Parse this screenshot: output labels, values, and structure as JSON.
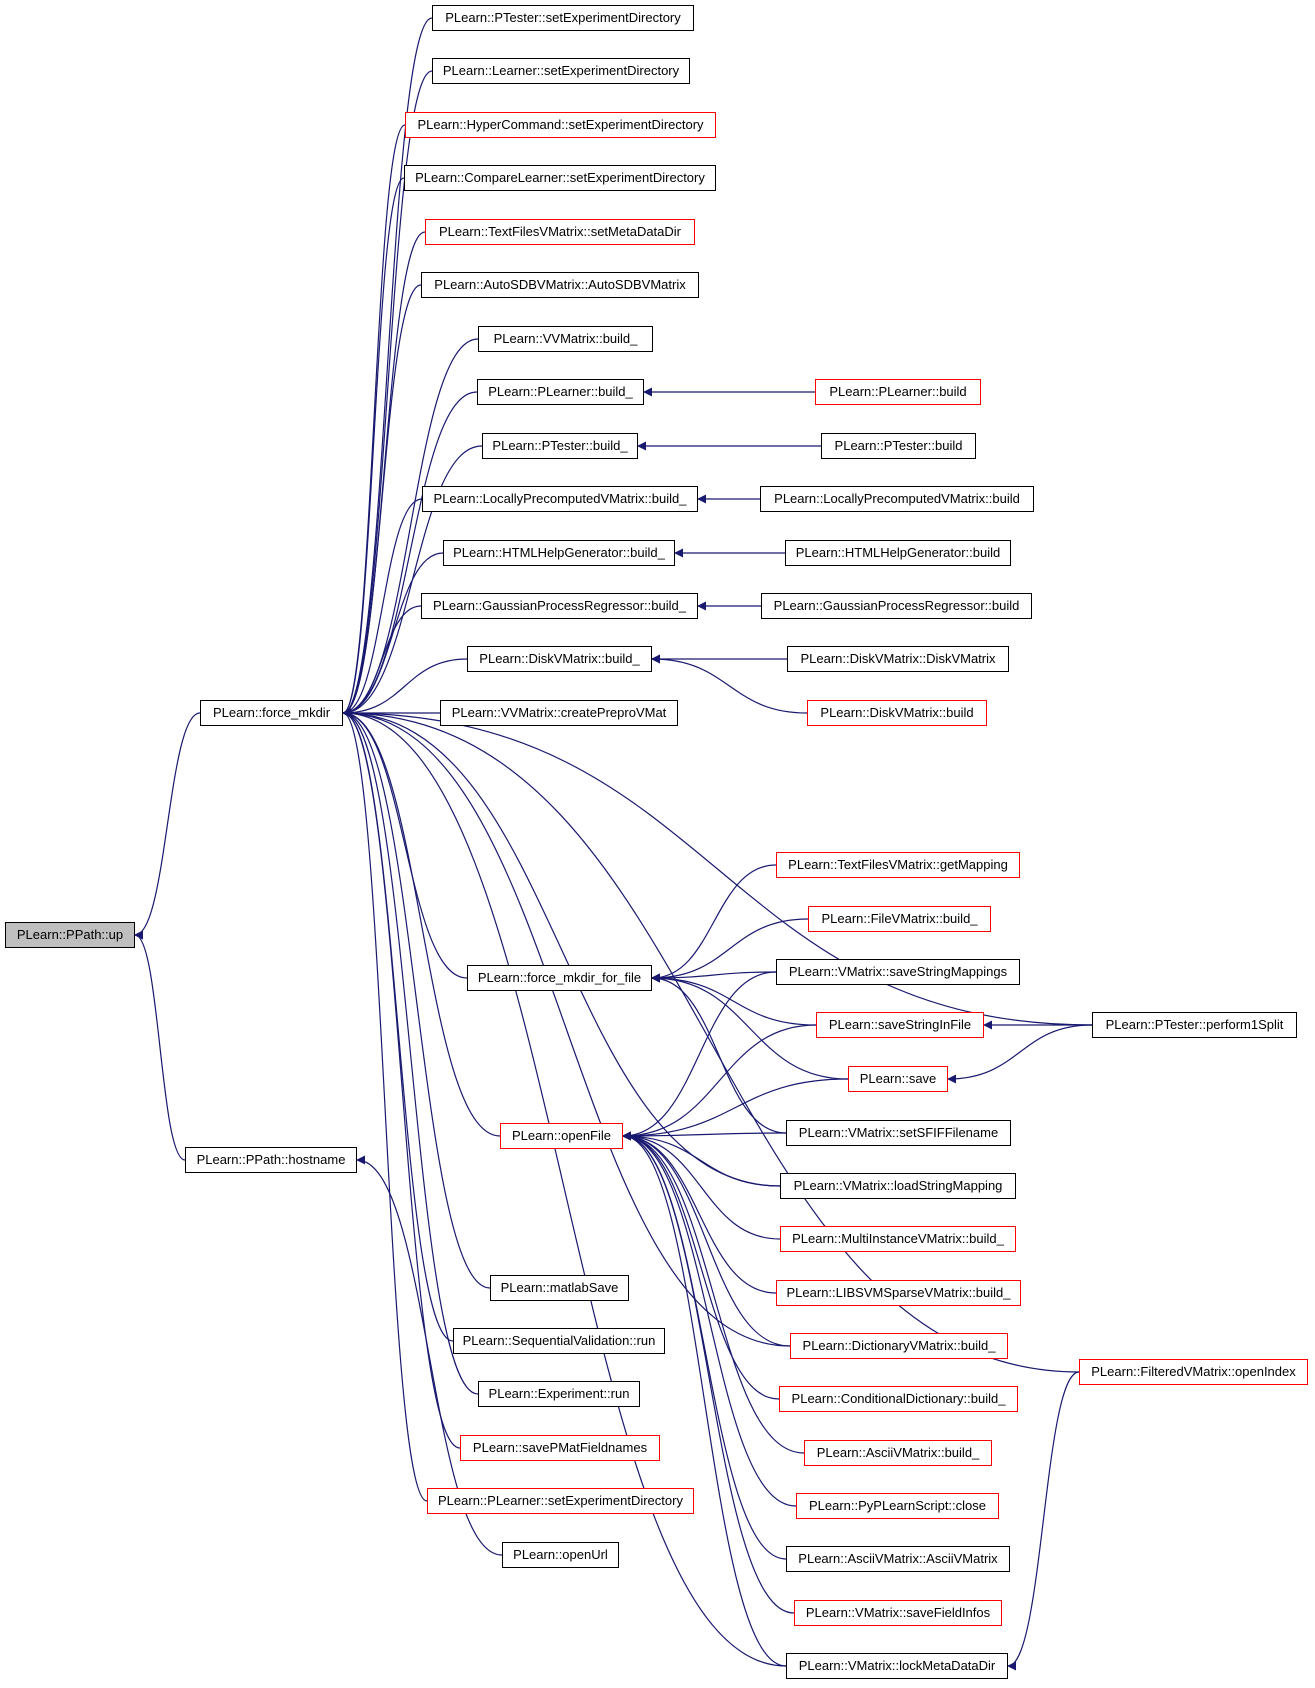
{
  "colors": {
    "edge": "#191970",
    "plain_border": "#000000",
    "link_border": "#ff0000",
    "root_fill": "#bfbfbf",
    "background": "#ffffff"
  },
  "nodes": {
    "up": {
      "label": "PLearn::PPath::up",
      "style": "root"
    },
    "force_mkdir": {
      "label": "PLearn::force_mkdir",
      "style": "plain"
    },
    "hostname": {
      "label": "PLearn::PPath::hostname",
      "style": "plain"
    },
    "ptester_setexpdir": {
      "label": "PLearn::PTester::setExperimentDirectory",
      "style": "plain"
    },
    "learner_setexpdir": {
      "label": "PLearn::Learner::setExperimentDirectory",
      "style": "plain"
    },
    "hypercommand_setexpdir": {
      "label": "PLearn::HyperCommand::setExperimentDirectory",
      "style": "red"
    },
    "comparelearner_setexpdir": {
      "label": "PLearn::CompareLearner::setExperimentDirectory",
      "style": "plain"
    },
    "textfiles_setmetadatadir": {
      "label": "PLearn::TextFilesVMatrix::setMetaDataDir",
      "style": "red"
    },
    "autosdbv": {
      "label": "PLearn::AutoSDBVMatrix::AutoSDBVMatrix",
      "style": "plain"
    },
    "vvmatrix_build_": {
      "label": "PLearn::VVMatrix::build_",
      "style": "plain"
    },
    "plearner_build_": {
      "label": "PLearn::PLearner::build_",
      "style": "plain"
    },
    "ptester_build_": {
      "label": "PLearn::PTester::build_",
      "style": "plain"
    },
    "locally_build_": {
      "label": "PLearn::LocallyPrecomputedVMatrix::build_",
      "style": "plain"
    },
    "htmlhelp_build_": {
      "label": "PLearn::HTMLHelpGenerator::build_",
      "style": "plain"
    },
    "gaussian_build_": {
      "label": "PLearn::GaussianProcessRegressor::build_",
      "style": "plain"
    },
    "diskv_build_": {
      "label": "PLearn::DiskVMatrix::build_",
      "style": "plain"
    },
    "vvmatrix_createprepro": {
      "label": "PLearn::VVMatrix::createPreproVMat",
      "style": "plain"
    },
    "plearner_build": {
      "label": "PLearn::PLearner::build",
      "style": "red"
    },
    "ptester_build": {
      "label": "PLearn::PTester::build",
      "style": "plain"
    },
    "locally_build": {
      "label": "PLearn::LocallyPrecomputedVMatrix::build",
      "style": "plain"
    },
    "htmlhelp_build": {
      "label": "PLearn::HTMLHelpGenerator::build",
      "style": "plain"
    },
    "gaussian_build": {
      "label": "PLearn::GaussianProcessRegressor::build",
      "style": "plain"
    },
    "diskv_ctor": {
      "label": "PLearn::DiskVMatrix::DiskVMatrix",
      "style": "plain"
    },
    "diskv_build": {
      "label": "PLearn::DiskVMatrix::build",
      "style": "red"
    },
    "force_mkdir_for_file": {
      "label": "PLearn::force_mkdir_for_file",
      "style": "plain"
    },
    "openfile": {
      "label": "PLearn::openFile",
      "style": "red"
    },
    "matlabsave": {
      "label": "PLearn::matlabSave",
      "style": "plain"
    },
    "seqval_run": {
      "label": "PLearn::SequentialValidation::run",
      "style": "plain"
    },
    "experiment_run": {
      "label": "PLearn::Experiment::run",
      "style": "plain"
    },
    "savepmat": {
      "label": "PLearn::savePMatFieldnames",
      "style": "red"
    },
    "plearner_setexpdir": {
      "label": "PLearn::PLearner::setExperimentDirectory",
      "style": "red"
    },
    "openurl": {
      "label": "PLearn::openUrl",
      "style": "plain"
    },
    "textfiles_getmapping": {
      "label": "PLearn::TextFilesVMatrix::getMapping",
      "style": "red"
    },
    "filev_build_": {
      "label": "PLearn::FileVMatrix::build_",
      "style": "red"
    },
    "vmatrix_savestringmappings": {
      "label": "PLearn::VMatrix::saveStringMappings",
      "style": "plain"
    },
    "savestringinfile": {
      "label": "PLearn::saveStringInFile",
      "style": "red"
    },
    "save": {
      "label": "PLearn::save",
      "style": "red"
    },
    "vmatrix_setsfif": {
      "label": "PLearn::VMatrix::setSFIFFilename",
      "style": "plain"
    },
    "vmatrix_loadstringmapping": {
      "label": "PLearn::VMatrix::loadStringMapping",
      "style": "plain"
    },
    "multiinstance_build_": {
      "label": "PLearn::MultiInstanceVMatrix::build_",
      "style": "red"
    },
    "libsvm_build_": {
      "label": "PLearn::LIBSVMSparseVMatrix::build_",
      "style": "red"
    },
    "dictionaryv_build_": {
      "label": "PLearn::DictionaryVMatrix::build_",
      "style": "red"
    },
    "conddict_build_": {
      "label": "PLearn::ConditionalDictionary::build_",
      "style": "red"
    },
    "asciiv_build_": {
      "label": "PLearn::AsciiVMatrix::build_",
      "style": "red"
    },
    "pyplearn_close": {
      "label": "PLearn::PyPLearnScript::close",
      "style": "red"
    },
    "asciiv_ctor": {
      "label": "PLearn::AsciiVMatrix::AsciiVMatrix",
      "style": "plain"
    },
    "vmatrix_savefieldinfos": {
      "label": "PLearn::VMatrix::saveFieldInfos",
      "style": "red"
    },
    "vmatrix_lockmetadatadir": {
      "label": "PLearn::VMatrix::lockMetaDataDir",
      "style": "plain"
    },
    "ptester_perform1split": {
      "label": "PLearn::PTester::perform1Split",
      "style": "plain"
    },
    "filteredv_openindex": {
      "label": "PLearn::FilteredVMatrix::openIndex",
      "style": "red"
    }
  },
  "edges": [
    [
      "up",
      "force_mkdir"
    ],
    [
      "up",
      "hostname"
    ],
    [
      "force_mkdir",
      "ptester_setexpdir"
    ],
    [
      "force_mkdir",
      "learner_setexpdir"
    ],
    [
      "force_mkdir",
      "hypercommand_setexpdir"
    ],
    [
      "force_mkdir",
      "comparelearner_setexpdir"
    ],
    [
      "force_mkdir",
      "textfiles_setmetadatadir"
    ],
    [
      "force_mkdir",
      "autosdbv"
    ],
    [
      "force_mkdir",
      "vvmatrix_build_"
    ],
    [
      "force_mkdir",
      "plearner_build_"
    ],
    [
      "force_mkdir",
      "ptester_build_"
    ],
    [
      "force_mkdir",
      "locally_build_"
    ],
    [
      "force_mkdir",
      "htmlhelp_build_"
    ],
    [
      "force_mkdir",
      "gaussian_build_"
    ],
    [
      "force_mkdir",
      "diskv_build_"
    ],
    [
      "force_mkdir",
      "vvmatrix_createprepro"
    ],
    [
      "force_mkdir",
      "force_mkdir_for_file"
    ],
    [
      "force_mkdir",
      "openfile"
    ],
    [
      "force_mkdir",
      "matlabsave"
    ],
    [
      "force_mkdir",
      "seqval_run"
    ],
    [
      "force_mkdir",
      "experiment_run"
    ],
    [
      "force_mkdir",
      "savepmat"
    ],
    [
      "force_mkdir",
      "plearner_setexpdir"
    ],
    [
      "force_mkdir",
      "ptester_perform1split"
    ],
    [
      "force_mkdir",
      "filteredv_openindex"
    ],
    [
      "force_mkdir",
      "vmatrix_loadstringmapping"
    ],
    [
      "force_mkdir",
      "vmatrix_lockmetadatadir"
    ],
    [
      "force_mkdir",
      "dictionaryv_build_"
    ],
    [
      "hostname",
      "openurl"
    ],
    [
      "plearner_build_",
      "plearner_build"
    ],
    [
      "ptester_build_",
      "ptester_build"
    ],
    [
      "locally_build_",
      "locally_build"
    ],
    [
      "htmlhelp_build_",
      "htmlhelp_build"
    ],
    [
      "gaussian_build_",
      "gaussian_build"
    ],
    [
      "diskv_build_",
      "diskv_ctor"
    ],
    [
      "diskv_build_",
      "diskv_build"
    ],
    [
      "force_mkdir_for_file",
      "textfiles_getmapping"
    ],
    [
      "force_mkdir_for_file",
      "filev_build_"
    ],
    [
      "force_mkdir_for_file",
      "vmatrix_savestringmappings"
    ],
    [
      "force_mkdir_for_file",
      "savestringinfile"
    ],
    [
      "force_mkdir_for_file",
      "save"
    ],
    [
      "force_mkdir_for_file",
      "vmatrix_setsfif"
    ],
    [
      "openfile",
      "vmatrix_savestringmappings"
    ],
    [
      "openfile",
      "savestringinfile"
    ],
    [
      "openfile",
      "save"
    ],
    [
      "openfile",
      "vmatrix_setsfif"
    ],
    [
      "openfile",
      "vmatrix_loadstringmapping"
    ],
    [
      "openfile",
      "multiinstance_build_"
    ],
    [
      "openfile",
      "libsvm_build_"
    ],
    [
      "openfile",
      "dictionaryv_build_"
    ],
    [
      "openfile",
      "conddict_build_"
    ],
    [
      "openfile",
      "asciiv_build_"
    ],
    [
      "openfile",
      "pyplearn_close"
    ],
    [
      "openfile",
      "asciiv_ctor"
    ],
    [
      "openfile",
      "vmatrix_savefieldinfos"
    ],
    [
      "openfile",
      "vmatrix_lockmetadatadir"
    ],
    [
      "savestringinfile",
      "ptester_perform1split"
    ],
    [
      "save",
      "ptester_perform1split"
    ],
    [
      "vmatrix_lockmetadatadir",
      "filteredv_openindex"
    ]
  ]
}
